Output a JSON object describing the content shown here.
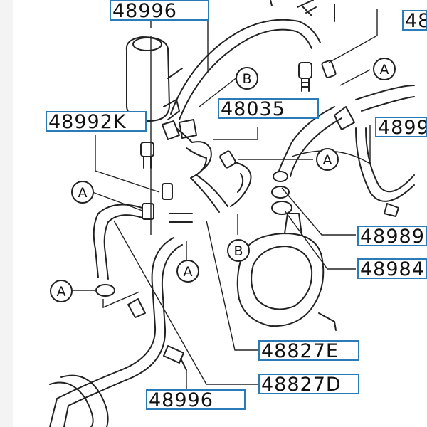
{
  "diagram": {
    "accent_color": "#2b7bb9",
    "part_numbers": {
      "p48996_top": "48996",
      "p48992k": "48992K",
      "p48035": "48035",
      "p48827e": "48827E",
      "p48827d": "48827D",
      "p48996_bottom": "48996",
      "p48989": "48989",
      "p48984": "48984",
      "p_top_right": "48",
      "p_mid_right": "4899"
    },
    "callouts": {
      "a1": "A",
      "a2": "A",
      "a3": "A",
      "a4": "A",
      "a5": "A",
      "b1": "B",
      "b2": "B"
    }
  }
}
